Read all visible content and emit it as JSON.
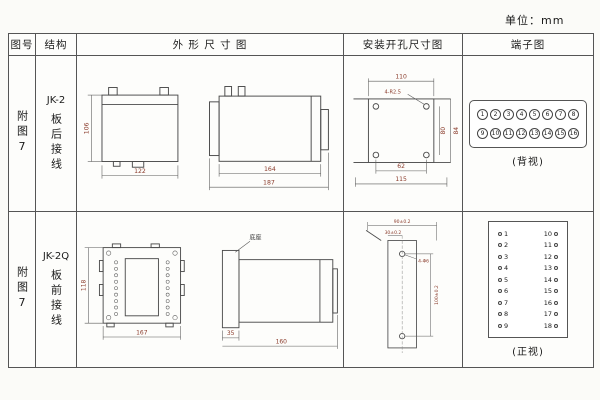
{
  "unit_label": "单位：mm",
  "colors": {
    "dimension_text": "#8a3b2b",
    "line": "#4a4a4a",
    "table_border": "#555555"
  },
  "headers": {
    "fig_no": "图号",
    "structure": "结构",
    "outline": "外 形 尺 寸 图",
    "mounting": "安装开孔尺寸图",
    "terminal": "端子图"
  },
  "rows": [
    {
      "fig_no": "附图7",
      "model": "JK-2",
      "wiring": "板后接线",
      "outline": {
        "front_height": "106",
        "front_width": "122",
        "side_body": "164",
        "side_total": "187"
      },
      "mounting": {
        "top_width": "110",
        "hole_callout": "4-R2.5",
        "right_inner": "80",
        "right_outer": "84",
        "bottom_inner": "62",
        "bottom_outer": "115"
      },
      "terminal": {
        "top": [
          "1",
          "2",
          "3",
          "4",
          "5",
          "6",
          "7",
          "8"
        ],
        "bottom": [
          "9",
          "10",
          "11",
          "12",
          "13",
          "14",
          "15",
          "16"
        ],
        "caption": "(背视)"
      }
    },
    {
      "fig_no": "附图7",
      "model": "JK-2Q",
      "wiring": "板前接线",
      "outline": {
        "front_height": "118",
        "front_width": "167",
        "base_label": "底座",
        "side_front": "35",
        "side_total": "160"
      },
      "mounting": {
        "top_width": "90±0.2",
        "second_width": "30±0.2",
        "hole_callout": "4-Φ6",
        "right_height": "100±0.2"
      },
      "terminal": {
        "left": [
          "1",
          "2",
          "3",
          "4",
          "5",
          "6",
          "7",
          "8",
          "9"
        ],
        "right": [
          "10",
          "11",
          "12",
          "13",
          "14",
          "15",
          "16",
          "17",
          "18"
        ],
        "caption": "(正视)"
      }
    }
  ]
}
